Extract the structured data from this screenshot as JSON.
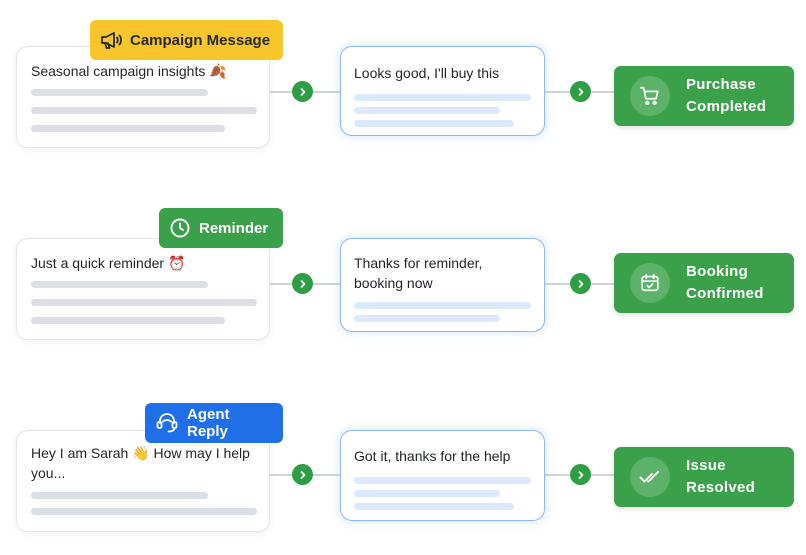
{
  "colors": {
    "campaign_tag": "#f8c52b",
    "reminder_tag": "#3aa14a",
    "agent_tag": "#1f6fe8",
    "result": "#3aa14a",
    "arrow": "#2e9e45",
    "reply_border": "#8fb6f7"
  },
  "flows": [
    {
      "tag": {
        "label": "Campaign Message",
        "icon": "megaphone-icon"
      },
      "message": "Seasonal campaign insights 🍂",
      "reply": "Looks good, I'll buy this",
      "result": {
        "line1": "Purchase",
        "line2": "Completed",
        "icon": "shopping-cart-icon"
      }
    },
    {
      "tag": {
        "label": "Reminder",
        "icon": "clock-icon"
      },
      "message": "Just a quick reminder ⏰",
      "reply": "Thanks for reminder, booking now",
      "result": {
        "line1": "Booking",
        "line2": "Confirmed",
        "icon": "calendar-check-icon"
      }
    },
    {
      "tag": {
        "label": "Agent Reply",
        "icon": "headset-icon"
      },
      "message": "Hey I am Sarah 👋 How may I help you...",
      "reply": "Got it, thanks for the help",
      "result": {
        "line1": "Issue",
        "line2": "Resolved",
        "icon": "double-check-icon"
      }
    }
  ]
}
